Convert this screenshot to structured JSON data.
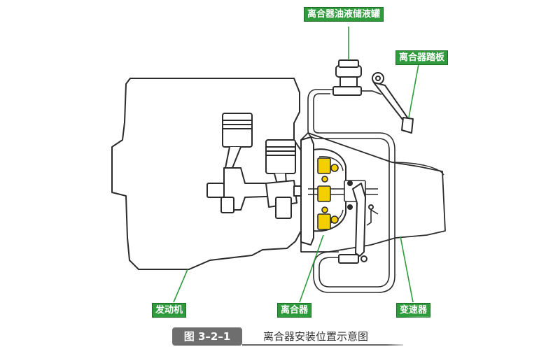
{
  "labels": {
    "reservoir": "离合器油液储液罐",
    "pedal": "离合器踏板",
    "engine": "发动机",
    "clutch": "离合器",
    "transmission": "变速器"
  },
  "caption": {
    "figure_no": "图 3–2–1",
    "title": "离合器安装位置示意图"
  },
  "colors": {
    "label_bg": "#2f9b3d",
    "highlight": "#f5d000",
    "outline": "#2b2b2b"
  }
}
